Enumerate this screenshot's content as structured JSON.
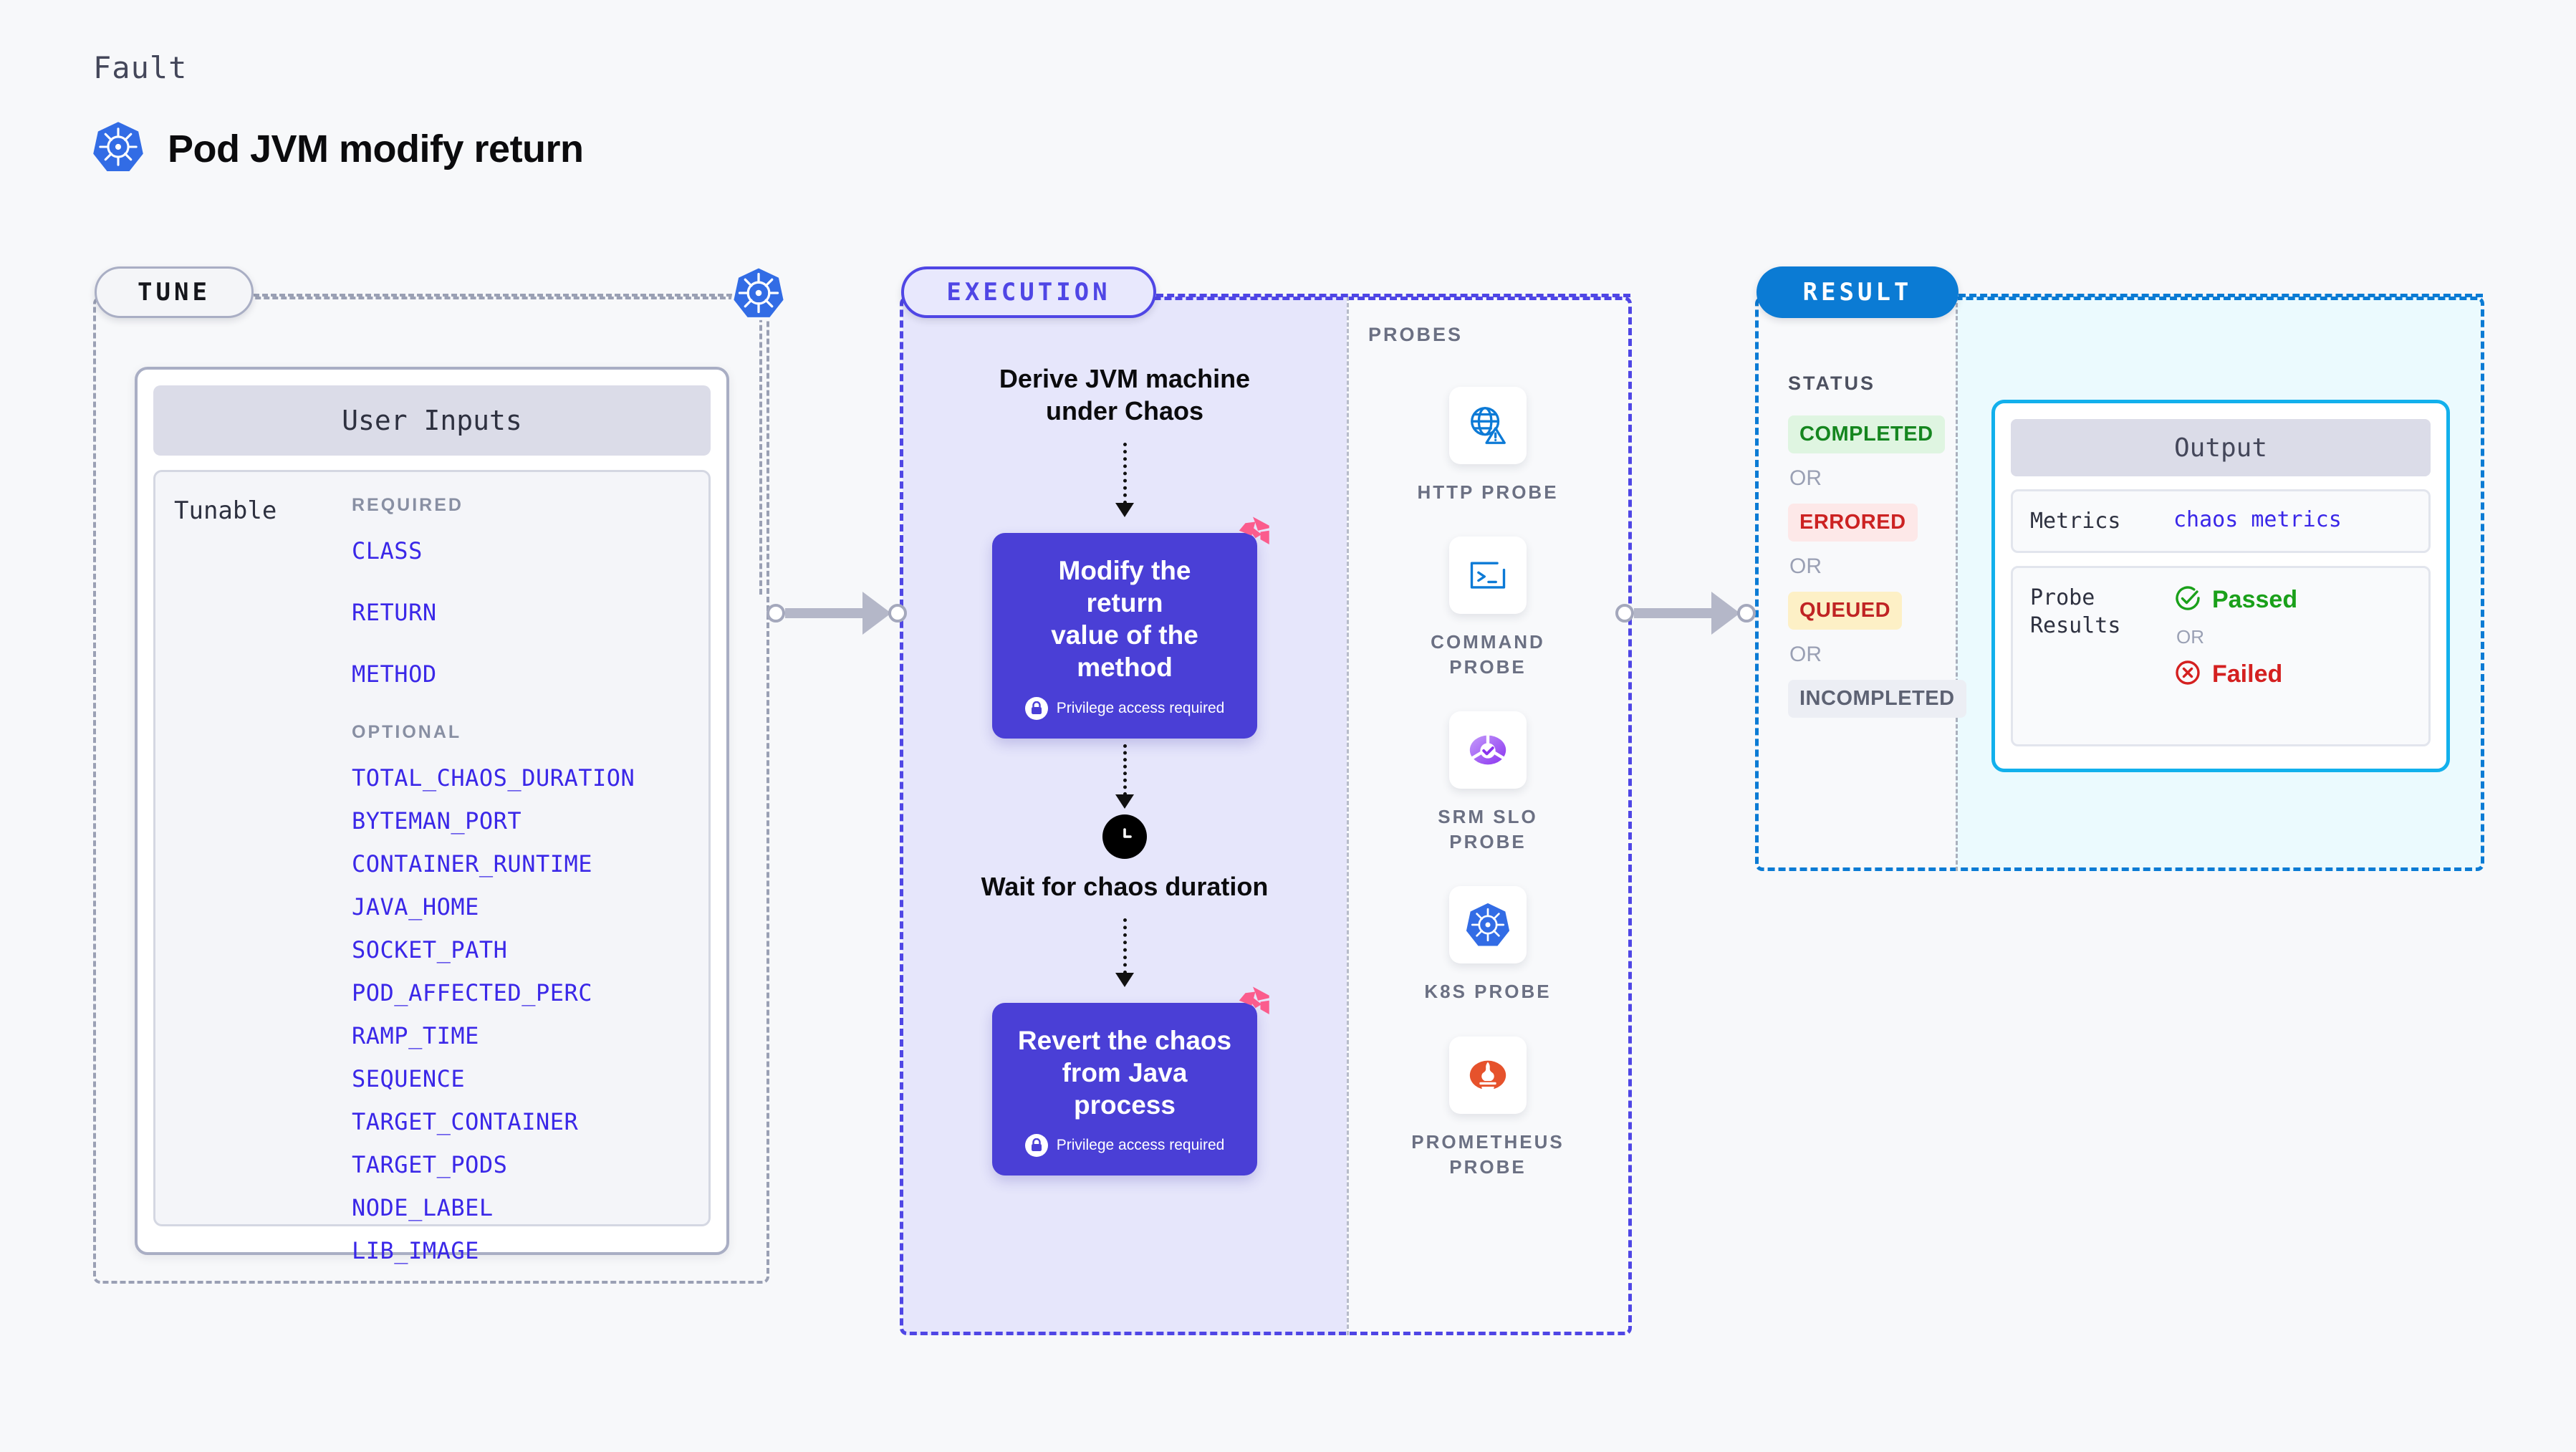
{
  "header": {
    "eyebrow": "Fault",
    "title": "Pod JVM modify return",
    "icon": "kubernetes-icon"
  },
  "tune": {
    "pill_label": "TUNE",
    "card_title": "User Inputs",
    "tunable_label": "Tunable",
    "required_title": "REQUIRED",
    "required": [
      "CLASS",
      "RETURN",
      "METHOD"
    ],
    "optional_title": "OPTIONAL",
    "optional": [
      "TOTAL_CHAOS_DURATION",
      "BYTEMAN_PORT",
      "CONTAINER_RUNTIME",
      "JAVA_HOME",
      "SOCKET_PATH",
      "POD_AFFECTED_PERC",
      "RAMP_TIME",
      "SEQUENCE",
      "TARGET_CONTAINER",
      "TARGET_PODS",
      "NODE_LABEL",
      "LIB_IMAGE"
    ]
  },
  "execution": {
    "pill_label": "EXECUTION",
    "step1_text": "Derive JVM machine\nunder Chaos",
    "box1_title": "Modify the return\nvalue of the method",
    "box1_note": "Privilege access required",
    "wait_text": "Wait for chaos\nduration",
    "box2_title": "Revert the chaos\nfrom Java process",
    "box2_note": "Privilege access required"
  },
  "probes": {
    "section_title": "PROBES",
    "items": [
      {
        "label": "HTTP PROBE",
        "icon": "globe-warning-icon"
      },
      {
        "label": "COMMAND\nPROBE",
        "icon": "terminal-icon"
      },
      {
        "label": "SRM SLO\nPROBE",
        "icon": "srm-slo-icon"
      },
      {
        "label": "K8S PROBE",
        "icon": "kubernetes-icon"
      },
      {
        "label": "PROMETHEUS\nPROBE",
        "icon": "prometheus-icon"
      }
    ]
  },
  "result": {
    "pill_label": "RESULT",
    "status_title": "STATUS",
    "or_label": "OR",
    "statuses": [
      {
        "label": "COMPLETED",
        "style": "completed"
      },
      {
        "label": "ERRORED",
        "style": "errored"
      },
      {
        "label": "QUEUED",
        "style": "queued"
      },
      {
        "label": "INCOMPLETED",
        "style": "incompleted"
      }
    ],
    "output": {
      "title": "Output",
      "metrics_key": "Metrics",
      "metrics_value": "chaos metrics",
      "probe_results_key": "Probe\nResults",
      "passed_label": "Passed",
      "failed_label": "Failed",
      "or_label": "OR"
    }
  },
  "colors": {
    "background": "#f7f8fa",
    "k8s_blue": "#326ce5",
    "execution_purple": "#4f46e5",
    "execution_box": "#4a3fd6",
    "result_blue": "#0b7bd4",
    "output_border": "#12b0ec",
    "param_blue": "#3a27e8",
    "litmus_pink": "#fb5c8d",
    "pass_green": "#1aa01a",
    "fail_red": "#d42020"
  }
}
